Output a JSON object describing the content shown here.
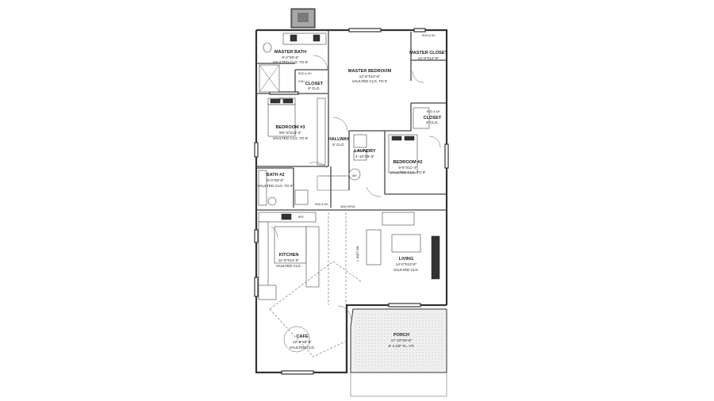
{
  "rooms": {
    "master_bath": {
      "name": "MASTER BATH",
      "dims": "8'-2\"X9'-6\"",
      "note": "VAULTED CLG. TO 9'"
    },
    "master_bedroom": {
      "name": "MASTER BEDROOM",
      "dims": "12'-8\"X14'-8\"",
      "note": "VAULTED CLG. TO 9'"
    },
    "master_closet": {
      "name": "MASTER CLOSET",
      "dims": "12'-8\"X14'-8\""
    },
    "closet_upper": {
      "name": "CLOSET",
      "note": "8' CLG."
    },
    "bedroom_3": {
      "name": "BEDROOM #3",
      "dims": "9'6\"-8\"X13'-4\"",
      "note": "VAULTED CLG. TO 9'"
    },
    "closet_right": {
      "name": "CLOSET",
      "note": "8' CLG."
    },
    "hallway": {
      "name": "HALLWAY",
      "note": "8' CLG."
    },
    "laundry": {
      "name": "LAUNDRY",
      "dims": "4'-10\"X5'-3\""
    },
    "bedroom_2": {
      "name": "BEDROOM #2",
      "dims": "9'-6\"X11'-4\"",
      "note": "VAULTED CLG. TO 9'"
    },
    "bath_2": {
      "name": "BATH #2",
      "dims": "5'-0\"X8'-6\"",
      "note": "VAULTED CLG. TO 9'"
    },
    "kitchen": {
      "name": "KITCHEN",
      "dims": "11'-8\"X14'-0\"",
      "note": "VAULTED CLG."
    },
    "living": {
      "name": "LIVING",
      "dims": "14'-0\"X13'-8\"",
      "note": "VAULTED CLG."
    },
    "cafe": {
      "name": "CAFE",
      "dims": "12'-8\"X8'-8\"",
      "note": "VAULTED CLG."
    },
    "porch": {
      "name": "PORCH",
      "dims": "17'-10\"X6'-8\"",
      "note": "8' 4 1/8\" FL. HT."
    }
  },
  "annotations": {
    "rod_shelf_1": "ROD & SH",
    "rod_shelf_2": "ROD & SH",
    "rod_shelf_3": "ROD & SH",
    "rod_shelf_4": "ROD & SH",
    "rod_shelf_5": "ROD & SH",
    "sh": "5 SH",
    "wh": "WH",
    "ref": "REF",
    "beam": "L. EQPT. BM",
    "opening": "3000 OPNG."
  }
}
